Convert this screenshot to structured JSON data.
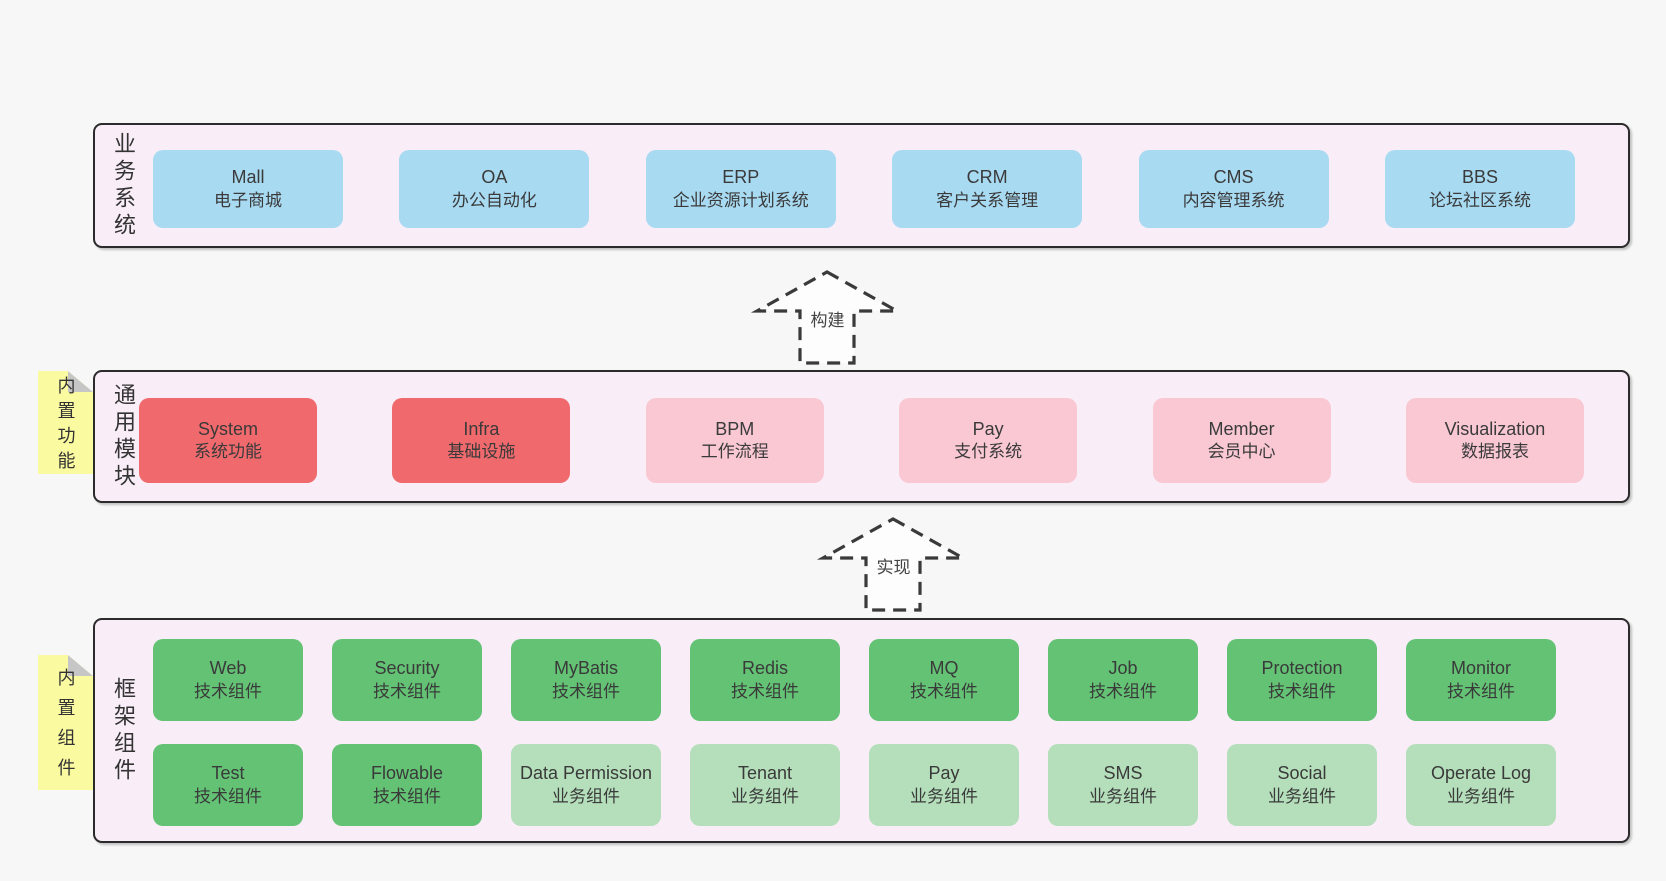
{
  "colors": {
    "page-bg": "#f7f7f7",
    "panel-bg": "#f9eef8",
    "panel-border": "#2b2b2b",
    "box-blue": "#a8daf2",
    "box-red": "#f0696d",
    "box-pink": "#f9c8d3",
    "box-green": "#63c274",
    "box-lightgreen": "#b4dfba",
    "note-yellow": "#fafaa1",
    "note-fold": "#c6c6c6",
    "text": "#3a3a3a"
  },
  "sections": [
    {
      "id": "business-systems",
      "label": "业务系统",
      "note": null,
      "items": [
        {
          "en": "Mall",
          "zh": "电子商城",
          "type": "blue"
        },
        {
          "en": "OA",
          "zh": "办公自动化",
          "type": "blue"
        },
        {
          "en": "ERP",
          "zh": "企业资源计划系统",
          "type": "blue"
        },
        {
          "en": "CRM",
          "zh": "客户关系管理",
          "type": "blue"
        },
        {
          "en": "CMS",
          "zh": "内容管理系统",
          "type": "blue"
        },
        {
          "en": "BBS",
          "zh": "论坛社区系统",
          "type": "blue"
        }
      ]
    },
    {
      "id": "common-modules",
      "label": "通用模块",
      "note": "内置功能",
      "items": [
        {
          "en": "System",
          "zh": "系统功能",
          "type": "red"
        },
        {
          "en": "Infra",
          "zh": "基础设施",
          "type": "red"
        },
        {
          "en": "BPM",
          "zh": "工作流程",
          "type": "pink"
        },
        {
          "en": "Pay",
          "zh": "支付系统",
          "type": "pink"
        },
        {
          "en": "Member",
          "zh": "会员中心",
          "type": "pink"
        },
        {
          "en": "Visualization",
          "zh": "数据报表",
          "type": "pink"
        }
      ]
    },
    {
      "id": "framework-components",
      "label": "框架组件",
      "note": "内置组件",
      "items": [
        {
          "en": "Web",
          "zh": "技术组件",
          "type": "green"
        },
        {
          "en": "Security",
          "zh": "技术组件",
          "type": "green"
        },
        {
          "en": "MyBatis",
          "zh": "技术组件",
          "type": "green"
        },
        {
          "en": "Redis",
          "zh": "技术组件",
          "type": "green"
        },
        {
          "en": "MQ",
          "zh": "技术组件",
          "type": "green"
        },
        {
          "en": "Job",
          "zh": "技术组件",
          "type": "green"
        },
        {
          "en": "Protection",
          "zh": "技术组件",
          "type": "green"
        },
        {
          "en": "Monitor",
          "zh": "技术组件",
          "type": "green"
        },
        {
          "en": "Test",
          "zh": "技术组件",
          "type": "green"
        },
        {
          "en": "Flowable",
          "zh": "技术组件",
          "type": "green"
        },
        {
          "en": "Data Permission",
          "zh": "业务组件",
          "type": "lightgreen"
        },
        {
          "en": "Tenant",
          "zh": "业务组件",
          "type": "lightgreen"
        },
        {
          "en": "Pay",
          "zh": "业务组件",
          "type": "lightgreen"
        },
        {
          "en": "SMS",
          "zh": "业务组件",
          "type": "lightgreen"
        },
        {
          "en": "Social",
          "zh": "业务组件",
          "type": "lightgreen"
        },
        {
          "en": "Operate Log",
          "zh": "业务组件",
          "type": "lightgreen"
        }
      ]
    }
  ],
  "arrows": [
    {
      "label": "构建"
    },
    {
      "label": "实现"
    }
  ]
}
